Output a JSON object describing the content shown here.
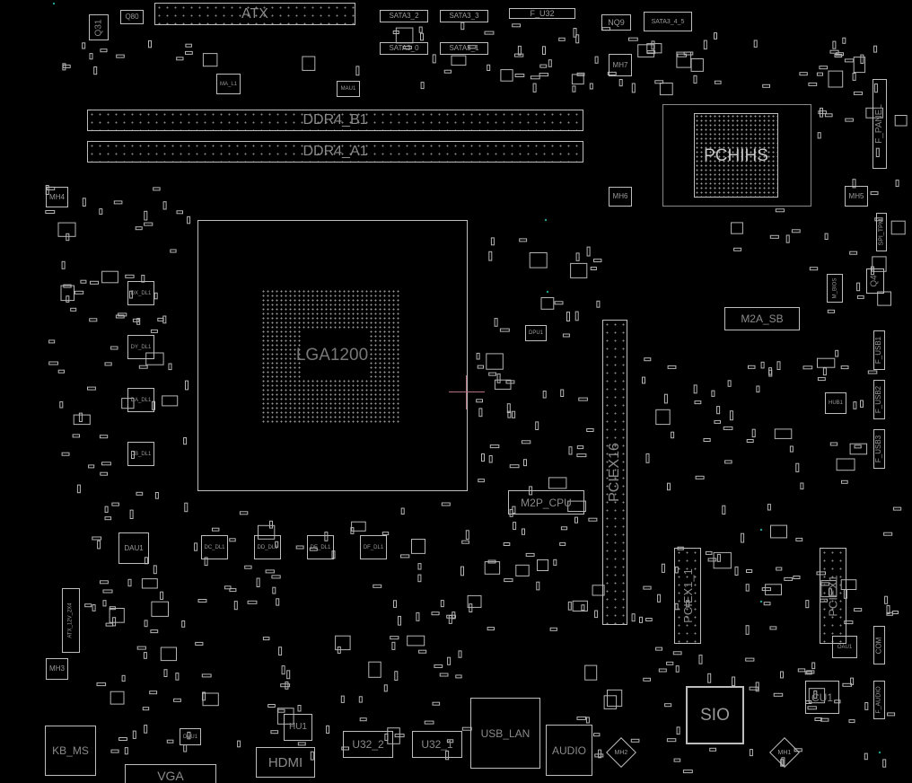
{
  "board": {
    "title": "Motherboard boardview",
    "accent_color": "#bdbdbd",
    "crosshair_color": "#b07080",
    "via_color": "#1fa08a"
  },
  "components": {
    "atx": "ATX",
    "q31": "Q31",
    "q80": "Q80",
    "sata3_2": "SATA3_2",
    "sata3_3": "SATA3_3",
    "sata3_0": "SATA3_0",
    "sata3_1": "SATA3_1",
    "f_u32": "F_U32",
    "nq9": "NQ9",
    "sata3_4_5": "SATA3_4_5",
    "mh7": "MH7",
    "ma_l1": "MA_L1",
    "mau1": "MAU1",
    "ddr4_b1": "DDR4_B1",
    "ddr4_a1": "DDR4_A1",
    "pch": "PCHIHS",
    "f_panel": "F_PANEL",
    "mh4": "MH4",
    "mh6": "MH6",
    "mh5": "MH5",
    "spi_tpm": "SPI_TPM",
    "q4": "Q4",
    "m_bios": "M_BIOS",
    "m2a_sb": "M2A_SB",
    "f_usb1": "F_USB1",
    "f_usb2": "F_USB2",
    "f_usb3": "F_USB3",
    "hub1": "HUB1",
    "lga1200": "LGA1200",
    "dx_dl1": "DX_DL1",
    "dy_dl1": "DY_DL1",
    "da_dl1": "DA_DL1",
    "db_dl1": "DB_DL1",
    "dpu1": "DPU1",
    "m2p_cpu": "M2P_CPU",
    "pciex16": "PCIEX16",
    "dau1": "DAU1",
    "dc_dl1": "DC_DL1",
    "dd_dl1": "DD_DL1",
    "de_dl1": "DE_DL1",
    "df_dl1": "DF_DL1",
    "atx_12v": "ATX_12V_2X4",
    "mh3": "MH3",
    "kb_ms": "KB_MS",
    "vga": "VGA",
    "dvu1": "DVU1",
    "hu1": "HU1",
    "hdmi": "HDMI",
    "u32_2": "U32_2",
    "u32_1": "U32_1",
    "usb_lan": "USB_LAN",
    "audio": "AUDIO",
    "mh2": "MH2",
    "sio": "SIO",
    "mh1": "MH1",
    "pciex1_1": "PCIEX1_1",
    "pciex1": "PCIEX1",
    "cu1": "CU1",
    "oau1": "OAU1",
    "com": "COM",
    "f_audio": "F_AUDIO"
  }
}
